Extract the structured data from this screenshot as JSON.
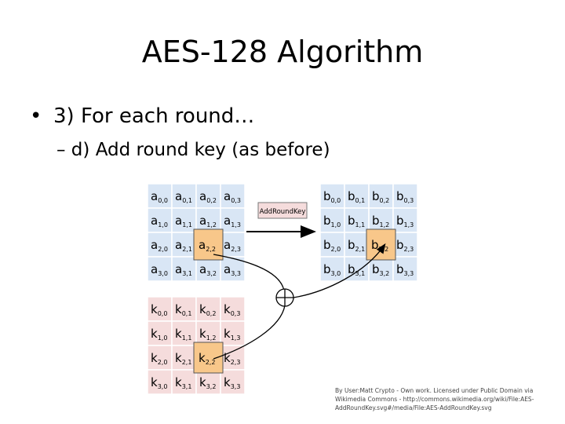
{
  "slide": {
    "title": "AES-128 Algorithm",
    "bullet_marker": "•",
    "bullet": "3) For each round…",
    "sub_bullet": "– d) Add round key (as before)"
  },
  "diagram": {
    "operation_label": "AddRoundKey",
    "combine_symbol": "⊕",
    "matrices": [
      {
        "name": "a",
        "fill": "#d9e6f5",
        "highlight": [
          2,
          2
        ]
      },
      {
        "name": "b",
        "fill": "#d9e6f5",
        "highlight": [
          2,
          2
        ]
      },
      {
        "name": "k",
        "fill": "#f5dcdc",
        "highlight": [
          2,
          2
        ]
      }
    ],
    "highlight_fill": "#f8c78a",
    "label_fill": "#f5dcdc"
  },
  "attribution": "By User:Matt Crypto - Own work. Licensed under Public Domain via Wikimedia Commons - http://commons.wikimedia.org/wiki/File:AES-AddRoundKey.svg#/media/File:AES-AddRoundKey.svg"
}
